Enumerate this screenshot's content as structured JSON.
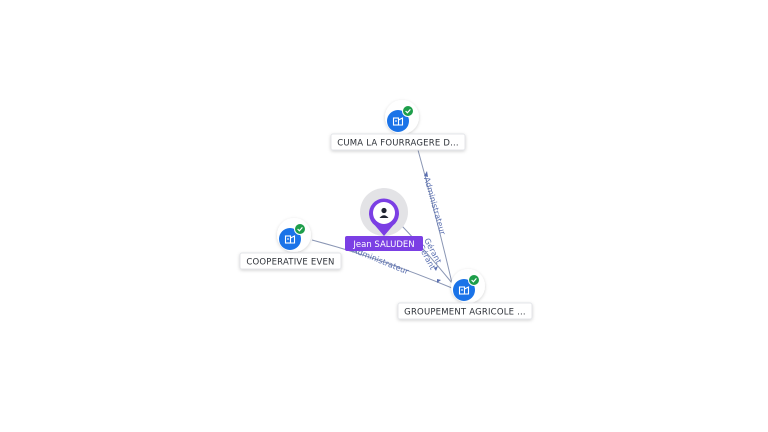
{
  "colors": {
    "company": "#1a73e8",
    "person": "#7b3fe4",
    "check": "#1e9e4a",
    "edge": "#8a96b4",
    "edge_label": "#5a6fb0"
  },
  "icons": {
    "company": "building-icon",
    "person": "person-icon",
    "verified": "check-badge-icon"
  },
  "nodes": {
    "cuma": {
      "label": "CUMA LA FOURRAGERE D..."
    },
    "cooperative": {
      "label": "COOPERATIVE EVEN"
    },
    "groupement": {
      "label": "GROUPEMENT AGRICOLE ..."
    },
    "person": {
      "label": "Jean SALUDEN"
    }
  },
  "edges": {
    "cuma_groupement": {
      "label": "Administrateur"
    },
    "person_groupement": {
      "label": "Gérant"
    },
    "person_groupement_b": {
      "label": "Gérant"
    },
    "cooperative_groupement": {
      "label": "Administrateur"
    }
  }
}
